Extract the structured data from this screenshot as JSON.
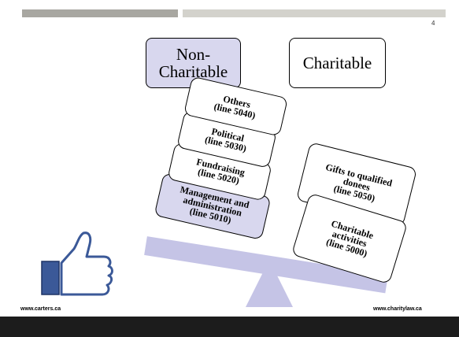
{
  "slide": {
    "number": "4"
  },
  "boxes": {
    "non_charitable": "Non-\nCharitable",
    "charitable": "Charitable"
  },
  "blocks": {
    "others": "Others\n(line 5040)",
    "political": "Political\n(line 5030)",
    "fundraising": "Fundraising\n(line 5020)",
    "management": "Management and\nadministration\n(line 5010)",
    "gifts": "Gifts to qualified\ndonees\n(line 5050)",
    "charitable_activities": "Charitable\nactivities\n(line 5000)"
  },
  "footer": {
    "left": "www.carters.ca",
    "right": "www.charitylaw.ca"
  },
  "icons": {
    "thumbs_up": "thumbs-up-icon"
  },
  "colors": {
    "beam": "#c5c4e6",
    "highlight_box": "#d8d7ee",
    "thumb": "#3b5998",
    "bottom_bar": "#1c1c1c"
  }
}
